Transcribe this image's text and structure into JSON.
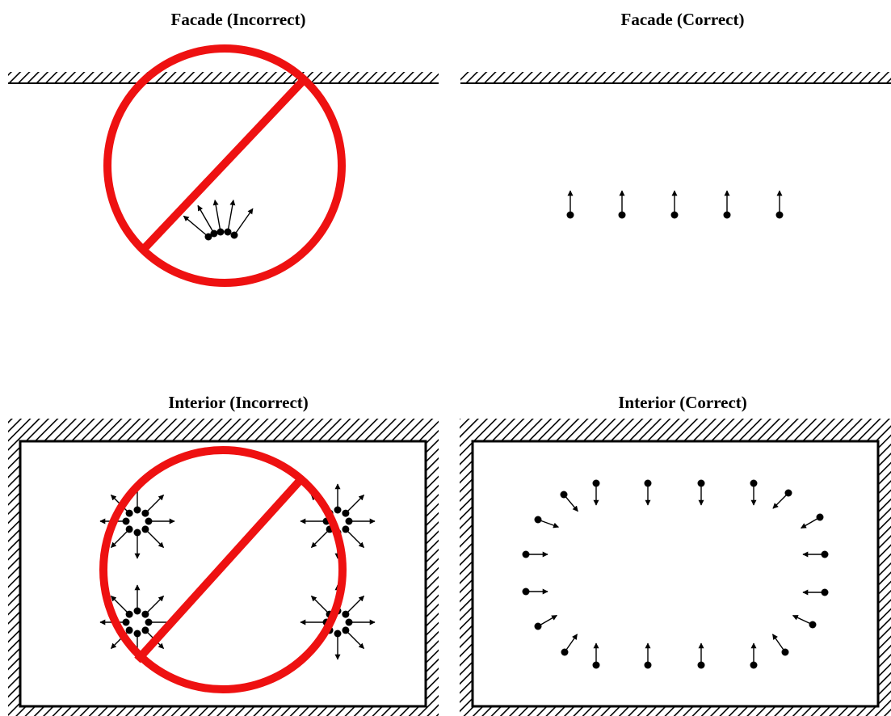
{
  "panels": [
    {
      "title": "Facade (Incorrect)"
    },
    {
      "title": "Facade (Correct)"
    },
    {
      "title": "Interior (Incorrect)"
    },
    {
      "title": "Interior (Correct)"
    }
  ],
  "colors": {
    "prohibition_red": "#ee1111",
    "ink": "#000000",
    "background": "#ffffff"
  },
  "icons": {
    "prohibition": "no-sign-icon",
    "wall": "hatched-wall",
    "sensor": "dot-with-arrow"
  }
}
